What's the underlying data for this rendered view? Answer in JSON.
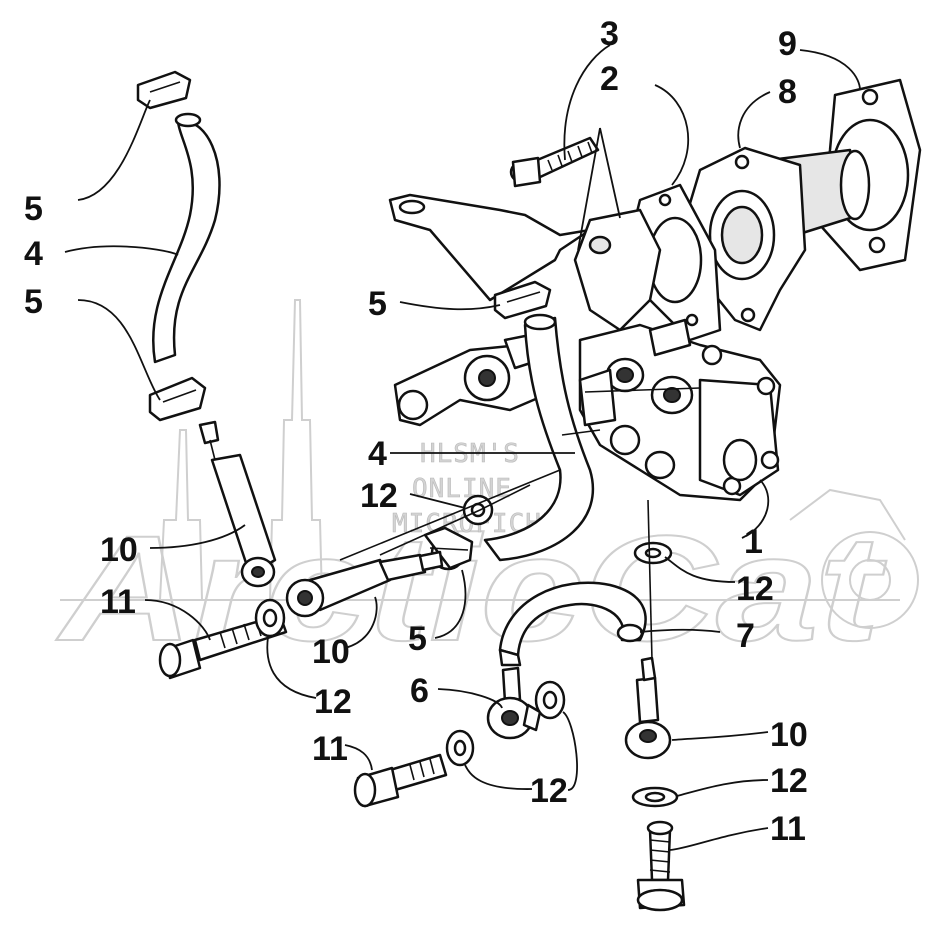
{
  "diagram": {
    "callouts": [
      {
        "id": "c3",
        "label": "3"
      },
      {
        "id": "c2",
        "label": "2"
      },
      {
        "id": "c9",
        "label": "9"
      },
      {
        "id": "c8",
        "label": "8"
      },
      {
        "id": "c5a",
        "label": "5"
      },
      {
        "id": "c4a",
        "label": "4"
      },
      {
        "id": "c5b",
        "label": "5"
      },
      {
        "id": "c5c",
        "label": "5"
      },
      {
        "id": "c4b",
        "label": "4"
      },
      {
        "id": "c12a",
        "label": "12"
      },
      {
        "id": "c10a",
        "label": "10"
      },
      {
        "id": "c1",
        "label": "1"
      },
      {
        "id": "c12b",
        "label": "12"
      },
      {
        "id": "c11a",
        "label": "11"
      },
      {
        "id": "c10b",
        "label": "10"
      },
      {
        "id": "c5d",
        "label": "5"
      },
      {
        "id": "c7",
        "label": "7"
      },
      {
        "id": "c12c",
        "label": "12"
      },
      {
        "id": "c6",
        "label": "6"
      },
      {
        "id": "c10c",
        "label": "10"
      },
      {
        "id": "c11b",
        "label": "11"
      },
      {
        "id": "c12d",
        "label": "12"
      },
      {
        "id": "c12e",
        "label": "12"
      },
      {
        "id": "c11c",
        "label": "11"
      }
    ],
    "watermark": {
      "brand": "ArcticCat",
      "lines": [
        "HLSM'S",
        "ONLINE",
        "MICROFICHE"
      ]
    }
  }
}
